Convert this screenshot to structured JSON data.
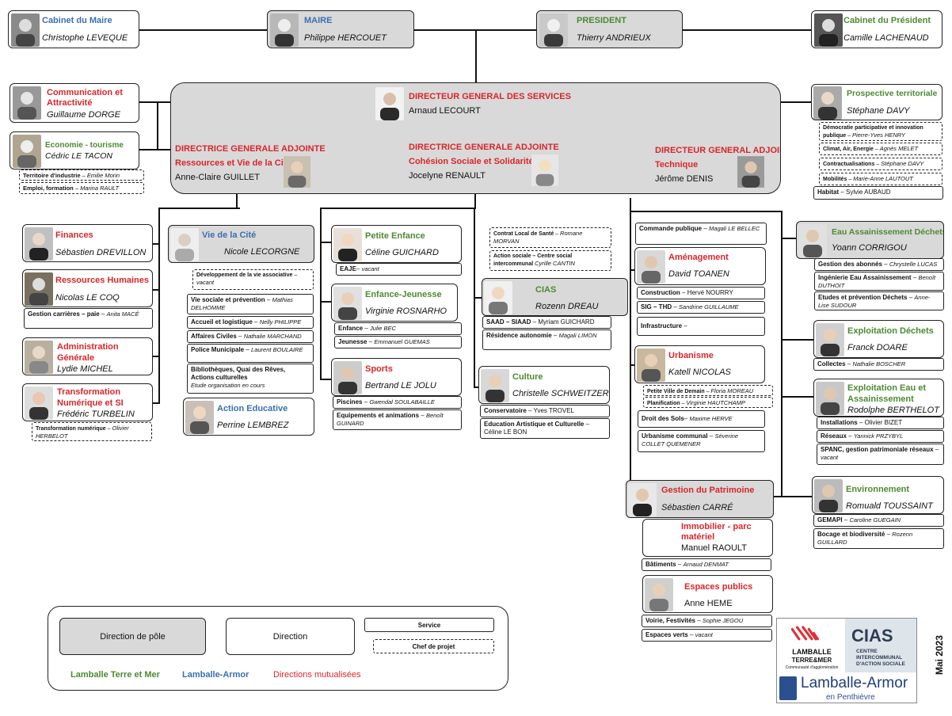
{
  "top": {
    "cabinet_maire": {
      "title": "Cabinet du Maire",
      "name": "Christophe LEVEQUE"
    },
    "maire": {
      "title": "MAIRE",
      "name": "Philippe HERCOUET"
    },
    "president": {
      "title": "PRESIDENT",
      "name": "Thierry ANDRIEUX"
    },
    "cabinet_president": {
      "title": "Cabinet du Président",
      "name": "Camille LACHENAUD"
    }
  },
  "left_top": {
    "communication": {
      "title1": "Communication et",
      "title2": "Attractivité",
      "name": "Guillaume DORGE"
    },
    "economie": {
      "title": "Economie - tourisme",
      "name": "Cédric LE TACON"
    },
    "economie_subs": [
      {
        "label": "Territoire d'industrie",
        "person": "Emilie Morin"
      },
      {
        "label": "Emploi, formation",
        "person": "Marina RAULT"
      }
    ]
  },
  "dgs": {
    "title": "DIRECTEUR GENERAL DES SERVICES",
    "name": "Arnaud LECOURT",
    "dga1": {
      "title": "DIRECTRICE GENERALE ADJOINTE",
      "sub": "Ressources et Vie de la Cité",
      "name": "Anne-Claire GUILLET"
    },
    "dga2": {
      "title": "DIRECTRICE GENERALE ADJOINTE",
      "sub": "Cohésion Sociale et Solidarités",
      "name": "Jocelyne RENAULT"
    },
    "dga3": {
      "title": "DIRECTEUR GENERAL ADJOINT",
      "sub": "Technique",
      "name": "Jérôme DENIS"
    }
  },
  "prospective": {
    "title": "Prospective territoriale",
    "name": "Stéphane DAVY",
    "subs": [
      {
        "label": "Démocratie participative et innovation publique",
        "person": "Pierre-Yves HENRY"
      },
      {
        "label": "Climat, Air, Energie",
        "person": "Agnès MELET"
      },
      {
        "label": "Contractualisations",
        "person": "Stéphane DAVY"
      },
      {
        "label": "Mobilités",
        "person": "Marie-Anne LAUTOUT"
      },
      {
        "label": "Habitat",
        "person": "Sylvie AUBAUD"
      }
    ]
  },
  "col1": {
    "finances": {
      "title": "Finances",
      "name": "Sébastien DREVILLON"
    },
    "rh": {
      "title": "Ressources Humaines",
      "name": "Nicolas LE COQ",
      "sub_label": "Gestion carrières – paie",
      "sub_person": "Anita MACÉ"
    },
    "admin": {
      "title1": "Administration",
      "title2": "Générale",
      "name": "Lydie MICHEL"
    },
    "transfo": {
      "title1": "Transformation",
      "title2": "Numérique et SI",
      "name": "Frédéric TURBELIN",
      "sub_label": "Transformation numérique",
      "sub_person": "Olivier HERBELOT"
    }
  },
  "col2": {
    "vie_cite": {
      "title": "Vie de la Cité",
      "name": "Nicole LECORGNE"
    },
    "vie_assoc": {
      "label": "Développement de la vie associative",
      "person": "vacant"
    },
    "subs": [
      {
        "label": "Vie sociale et prévention",
        "person": "Mathias DELHOMME"
      },
      {
        "label": "Accueil et logistique",
        "person": "Nelly PHILIPPE"
      },
      {
        "label": "Affaires Civiles",
        "person": "Nathalie MARCHAND"
      },
      {
        "label": "Police Municipale",
        "person": "Laurent BOULAIRE"
      }
    ],
    "biblio": {
      "line1": "Bibliothèques, Quai des Rêves,",
      "line2": "Actions culturelles",
      "line3": "Etude organisation en cours"
    },
    "action_edu": {
      "title": "Action Educative",
      "name": "Perrine LEMBREZ"
    }
  },
  "col3": {
    "petite_enfance": {
      "title": "Petite Enfance",
      "name": "Céline GUICHARD",
      "sub_label": "EAJE",
      "sub_person": "vacant"
    },
    "enfance_jeunesse": {
      "title": "Enfance-Jeunesse",
      "name": "Virginie ROSNARHO",
      "subs": [
        {
          "label": "Enfance",
          "person": "Julie BEC"
        },
        {
          "label": "Jeunesse",
          "person": "Emmanuel GUEMAS"
        }
      ]
    },
    "sports": {
      "title": "Sports",
      "name": "Bertrand LE JOLU",
      "subs": [
        {
          "label": "Piscines",
          "person": "Gwendal SOULABAILLE"
        },
        {
          "label": "Equipements et animations",
          "person": "Benoît GUINARD"
        }
      ]
    }
  },
  "col4": {
    "cls": {
      "label": "Contrat Local de Santé",
      "person": "Romane MORVAN"
    },
    "action_sociale": {
      "label": "Action sociale – Centre social intercommunal",
      "person": "Cyrille CANTIN"
    },
    "cias": {
      "title": "CIAS",
      "name": "Rozenn DREAU",
      "subs": [
        {
          "label": "SAAD – SIAAD",
          "person": "Myriam GUICHARD"
        },
        {
          "label": "Résidence autonomie",
          "person": "Magali LIMON"
        }
      ]
    },
    "culture": {
      "title": "Culture",
      "name": "Christelle SCHWEITZER",
      "subs": [
        {
          "label": "Conservatoire",
          "person": "Yves TROVEL"
        },
        {
          "label": "Education Artistique et Culturelle",
          "person": "Céline LE BON"
        }
      ]
    }
  },
  "col5": {
    "commande": {
      "label": "Commande publique",
      "person": "Magali LE BELLEC"
    },
    "amenagement": {
      "title": "Aménagement",
      "name": "David TOANEN",
      "subs": [
        {
          "label": "Construction",
          "person": "Hervé NOURRY"
        },
        {
          "label": "SIG – THD",
          "person": "Sandrine GUILLAUME"
        },
        {
          "label": "Infrastructure",
          "person": ""
        }
      ]
    },
    "urbanisme": {
      "title": "Urbanisme",
      "name": "Katell NICOLAS",
      "dsubs": [
        {
          "label": "Petite Ville de Demain",
          "person": "Floria MOREAU"
        },
        {
          "label": "Planification",
          "person": "Virginie HAUTCHAMP"
        }
      ],
      "subs": [
        {
          "label": "Droit des Sols",
          "person": "Maxime HERVE"
        },
        {
          "label": "Urbanisme communal",
          "person": "Séverine COLLET QUEMENER"
        }
      ]
    },
    "patrimoine": {
      "title": "Gestion du Patrimoine",
      "name": "Sébastien CARRÉ"
    },
    "immobilier": {
      "title1": "Immobilier - parc",
      "title2": "matériel",
      "name": "Manuel RAOULT",
      "sub_label": "Bâtiments",
      "sub_person": "Arnaud DENMAT"
    },
    "espaces": {
      "title": "Espaces publics",
      "name": "Anne HEME",
      "subs": [
        {
          "label": "Voirie, Festivités",
          "person": "Sophie JEGOU"
        },
        {
          "label": "Espaces verts",
          "person": "vacant"
        }
      ]
    }
  },
  "col6": {
    "eau": {
      "title": "Eau Assainissement Déchets",
      "name": "Yoann CORRIGOU",
      "subs": [
        {
          "label": "Gestion des abonnés",
          "person": "Chrystelle LUCAS"
        },
        {
          "label": "Ingénierie Eau Assainissement",
          "person": "Benoît DUTHOIT"
        },
        {
          "label": "Etudes et prévention Déchets",
          "person": "Anne-Lise SUDOUR"
        }
      ]
    },
    "exp_dechets": {
      "title": "Exploitation Déchets",
      "name": "Franck DOARE",
      "sub_label": "Collectes",
      "sub_person": "Nathalie BOSCHER"
    },
    "exp_eau": {
      "title1": "Exploitation Eau et",
      "title2": "Assainissement",
      "name": "Rodolphe BERTHELOT",
      "subs": [
        {
          "label": "Installations",
          "person": "Olivier BIZET"
        },
        {
          "label": "Réseaux",
          "person": "Yannick PRZYBYL"
        },
        {
          "label": "SPANC, gestion patrimoniale réseaux",
          "person": "vacant"
        }
      ]
    },
    "environnement": {
      "title": "Environnement",
      "name": "Romuald TOUSSAINT",
      "subs": [
        {
          "label": "GEMAPI",
          "person": "Caroline GUEGAIN"
        },
        {
          "label": "Bocage et biodiversité",
          "person": "Rozenn GUILLARD"
        }
      ]
    }
  },
  "legend": {
    "pole": "Direction de pôle",
    "direction": "Direction",
    "service": "Service",
    "projet": "Chef de projet",
    "ltm": "Lamballe Terre et Mer",
    "la": "Lamballe-Armor",
    "mut": "Directions mutualisées"
  },
  "logos": {
    "ltm1": "LAMBALLE",
    "ltm2": "TERRE&MER",
    "ltm3": "Communauté d'agglomération",
    "cias": "CIAS",
    "cias_sub": "CENTRE INTERCOMMUNAL D'ACTION SOCIALE",
    "la": "Lamballe-Armor",
    "la_sub": "en Penthièvre"
  },
  "date": "Mai 2023",
  "colors": {
    "red": "#d8262a",
    "green": "#4d8a32",
    "blue": "#3a6fb0",
    "gray": "#d9d9d9"
  }
}
